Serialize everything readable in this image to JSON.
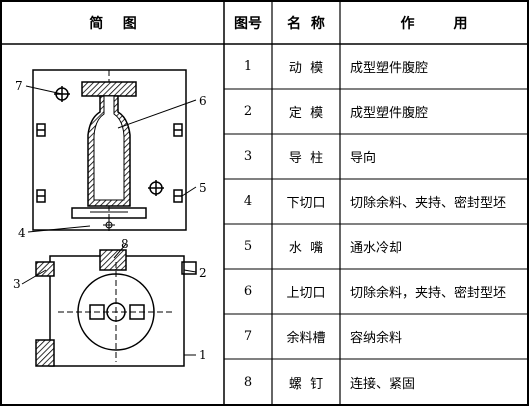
{
  "table": {
    "headers": {
      "diagram": "简    图",
      "number": "图号",
      "name": "名  称",
      "function": "作        用"
    },
    "rows": [
      {
        "number": "1",
        "name": "动  模",
        "function": "成型塑件腹腔"
      },
      {
        "number": "2",
        "name": "定  模",
        "function": "成型塑件腹腔"
      },
      {
        "number": "3",
        "name": "导  柱",
        "function": "导向"
      },
      {
        "number": "4",
        "name": "下切口",
        "function": "切除余料、夹持、密封型坯"
      },
      {
        "number": "5",
        "name": "水  嘴",
        "function": "通水冷却"
      },
      {
        "number": "6",
        "name": "上切口",
        "function": "切除余料，夹持、密封型坯"
      },
      {
        "number": "7",
        "name": "余料槽",
        "function": "容纳余料"
      },
      {
        "number": "8",
        "name": "螺  钉",
        "function": "连接、紧固"
      }
    ]
  },
  "diagram": {
    "callouts": [
      "1",
      "2",
      "3",
      "4",
      "5",
      "6",
      "7",
      "8"
    ]
  }
}
